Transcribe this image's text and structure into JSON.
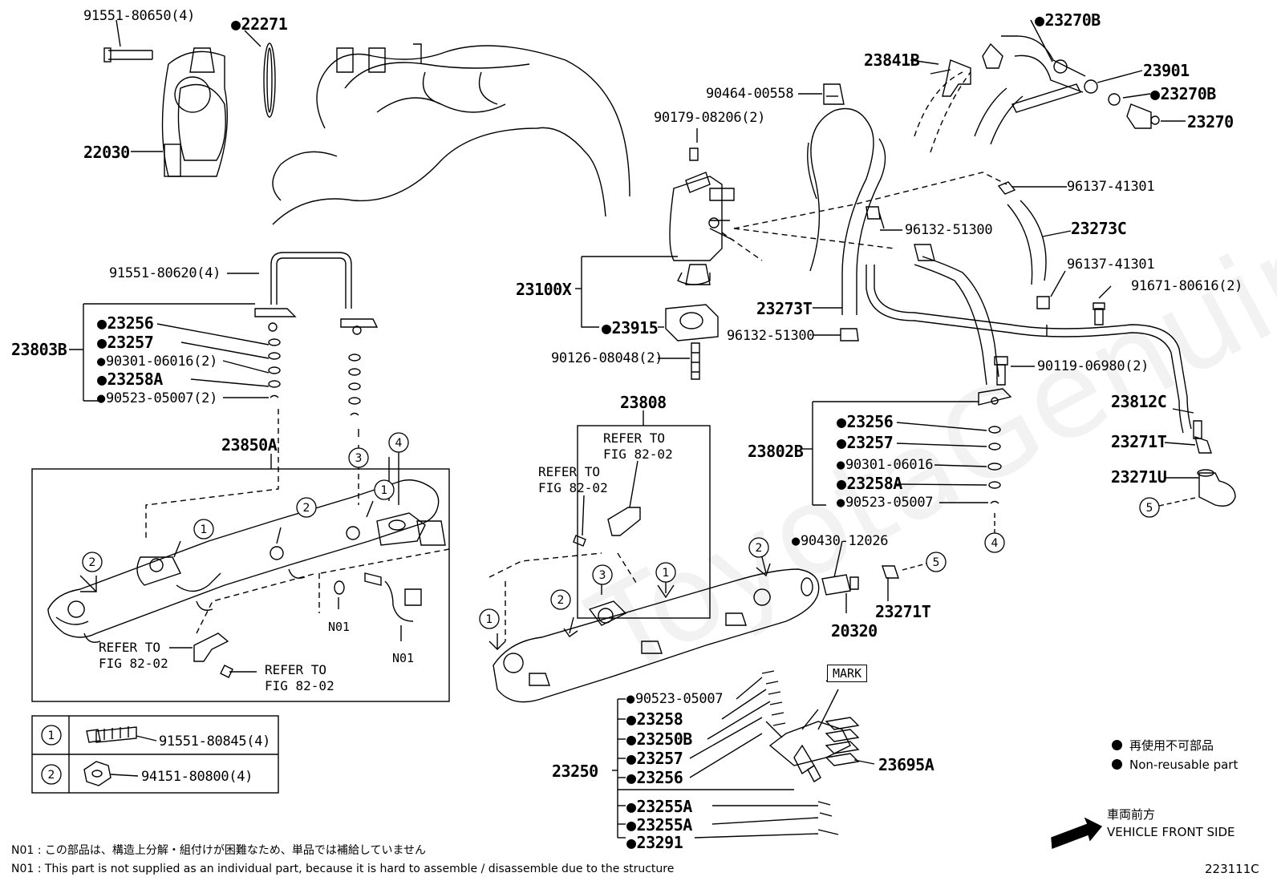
{
  "labels": {
    "p91551_80650": "91551-80650(4)",
    "p22271": "22271",
    "p22030": "22030",
    "p91551_80620": "91551-80620(4)",
    "p23803B": "23803B",
    "p23256a": "23256",
    "p23257a": "23257",
    "p90301_06016_2": "90301-06016(2)",
    "p23258Aa": "23258A",
    "p90523_05007_2": "90523-05007(2)",
    "p23850A": "23850A",
    "p90464_00558": "90464-00558",
    "p90179_08206": "90179-08206(2)",
    "p23100X": "23100X",
    "p23915": "23915",
    "p90126_08048": "90126-08048(2)",
    "p23270Bt": "23270B",
    "p23841B": "23841B",
    "p23901": "23901",
    "p23270Bm": "23270B",
    "p23270": "23270",
    "p96137_41301a": "96137-41301",
    "p96132_51300a": "96132-51300",
    "p23273C": "23273C",
    "p96137_41301b": "96137-41301",
    "p91671_80616": "91671-80616(2)",
    "p23273T": "23273T",
    "p96132_51300b": "96132-51300",
    "p90119_06980": "90119-06980(2)",
    "p23812C": "23812C",
    "p23271T_r": "23271T",
    "p23271U": "23271U",
    "p23802B": "23802B",
    "p23256b": "23256",
    "p23257b": "23257",
    "p90301_06016": "90301-06016",
    "p23258Ab": "23258A",
    "p90523_05007": "90523-05007",
    "p23808": "23808",
    "p90430_12026": "90430-12026",
    "p23271T_c": "23271T",
    "p20320": "20320",
    "p90523_05007c": "90523-05007",
    "p23258c": "23258",
    "p23250B": "23250B",
    "p23257c": "23257",
    "p23256c": "23256",
    "p23250": "23250",
    "p23255Aa": "23255A",
    "p23255Ab": "23255A",
    "p23291": "23291",
    "p23695A": "23695A",
    "p91551_80845": "91551-80845(4)",
    "p94151_80800": "94151-80800(4)"
  },
  "refers": {
    "r1": "REFER TO\nFIG 82-02",
    "r2": "REFER TO\nFIG 82-02",
    "r3": "REFER TO\nFIG 82-02",
    "r4": "REFER TO\nFIG 82-02"
  },
  "small": {
    "n01a": "N01",
    "n01b": "N01",
    "mark": "MARK"
  },
  "circle_numbers": {
    "c1": "1",
    "c2": "2",
    "c3": "3",
    "c4": "4",
    "c5": "5"
  },
  "legend": {
    "jp": "再使用不可部品",
    "en": "Non-reusable part"
  },
  "front": {
    "jp": "車両前方",
    "en": "VEHICLE FRONT SIDE"
  },
  "notes": {
    "jp": "N01 : この部品は、構造上分解・組付けが困難なため、単品では補給していません",
    "en": "N01 : This part is not supplied as an individual part, because it is hard to assemble / disassemble due to the structure"
  },
  "figure_code": "223111C",
  "watermark": "ToyotaGenuine.ru"
}
